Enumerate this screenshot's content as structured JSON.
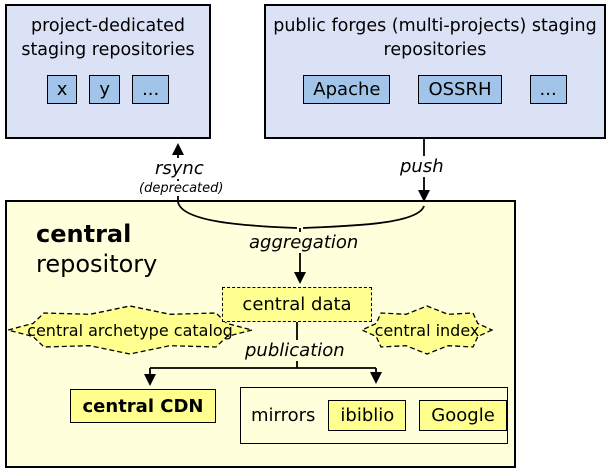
{
  "colors": {
    "staging_box_bg": "#dbe2f6",
    "staging_item_bg": "#a2c4e9",
    "central_box_bg": "#ffffdc",
    "yellow_item_bg": "#ffff8f",
    "border": "#000000"
  },
  "left_box": {
    "title": "project-dedicated staging repositories",
    "items": [
      "x",
      "y",
      "..."
    ]
  },
  "right_box": {
    "title": "public forges (multi-projects) staging repositories",
    "items": [
      "Apache",
      "OSSRH",
      "..."
    ]
  },
  "flows": {
    "rsync": "rsync",
    "rsync_note": "(deprecated)",
    "push": "push",
    "aggregation": "aggregation",
    "publication": "publication"
  },
  "central": {
    "title": "central",
    "subtitle": "repository",
    "data_box": "central data",
    "archetype_catalog": "central archetype catalog",
    "index": "central index",
    "cdn": "central CDN",
    "mirrors_label": "mirrors",
    "mirrors": [
      "ibiblio",
      "Google"
    ]
  }
}
